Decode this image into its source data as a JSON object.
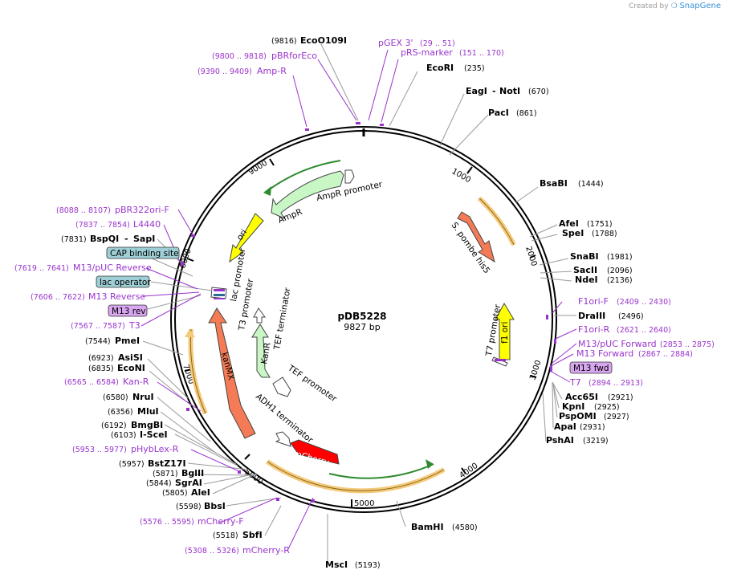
{
  "credit": {
    "prefix": "Created by",
    "brand": "SnapGene"
  },
  "plasmid": {
    "name": "pDB5228",
    "size_label": "9827 bp"
  },
  "ticks": [
    "1000",
    "2000",
    "3000",
    "4000",
    "5000",
    "5000",
    "7000",
    "6000",
    "9000"
  ],
  "enzymes": [
    {
      "name": "EcoO109I",
      "pos": "(9816)"
    },
    {
      "name": "EcoRI",
      "pos": "(235)"
    },
    {
      "name": "EagI",
      "name2": "NotI",
      "pos": "(670)"
    },
    {
      "name": "PacI",
      "pos": "(861)"
    },
    {
      "name": "BsaBI",
      "pos": "(1444)"
    },
    {
      "name": "AfeI",
      "pos": "(1751)"
    },
    {
      "name": "SpeI",
      "pos": "(1788)"
    },
    {
      "name": "SnaBI",
      "pos": "(1981)"
    },
    {
      "name": "SacII",
      "pos": "(2096)"
    },
    {
      "name": "NdeI",
      "pos": "(2136)"
    },
    {
      "name": "DraIII",
      "pos": "(2496)"
    },
    {
      "name": "Acc65I",
      "pos": "(2921)"
    },
    {
      "name": "KpnI",
      "pos": "(2925)"
    },
    {
      "name": "PspOMI",
      "pos": "(2927)"
    },
    {
      "name": "ApaI",
      "pos": "(2931)"
    },
    {
      "name": "PshAI",
      "pos": "(3219)"
    },
    {
      "name": "BamHI",
      "pos": "(4580)"
    },
    {
      "name": "MscI",
      "pos": "(5193)"
    },
    {
      "name": "SbfI",
      "pos": "(5518)"
    },
    {
      "name": "BbsI",
      "pos": "(5598)"
    },
    {
      "name": "AleI",
      "pos": "(5805)"
    },
    {
      "name": "SgrAI",
      "pos": "(5844)"
    },
    {
      "name": "BglII",
      "pos": "(5871)"
    },
    {
      "name": "BstZ17I",
      "pos": "(5957)"
    },
    {
      "name": "I-SceI",
      "pos": "(6103)"
    },
    {
      "name": "BmgBI",
      "pos": "(6192)"
    },
    {
      "name": "MluI",
      "pos": "(6356)"
    },
    {
      "name": "NruI",
      "pos": "(6580)"
    },
    {
      "name": "EcoNI",
      "pos": "(6835)"
    },
    {
      "name": "AsiSI",
      "pos": "(6923)"
    },
    {
      "name": "PmeI",
      "pos": "(7544)"
    },
    {
      "name": "BspQI",
      "name2": "SapI",
      "pos": "(7831)"
    }
  ],
  "primers": [
    {
      "name": "pGEX 3'",
      "pos": "(29 .. 51)"
    },
    {
      "name": "pRS-marker",
      "pos": "(151 .. 170)"
    },
    {
      "name": "pBRforEco",
      "pos": "(9800 .. 9818)"
    },
    {
      "name": "Amp-R",
      "pos": "(9390 .. 9409)"
    },
    {
      "name": "pBR322ori-F",
      "pos": "(8088 .. 8107)"
    },
    {
      "name": "L4440",
      "pos": "(7837 .. 7854)"
    },
    {
      "name": "M13/pUC Reverse",
      "pos": "(7619 .. 7641)"
    },
    {
      "name": "M13 Reverse",
      "pos": "(7606 .. 7622)"
    },
    {
      "name": "T3",
      "pos": "(7567 .. 7587)"
    },
    {
      "name": "Kan-R",
      "pos": "(6565 .. 6584)"
    },
    {
      "name": "pHybLex-R",
      "pos": "(5953 .. 5977)"
    },
    {
      "name": "mCherry-F",
      "pos": "(5576 .. 5595)"
    },
    {
      "name": "mCherry-R",
      "pos": "(5308 .. 5326)"
    },
    {
      "name": "F1ori-F",
      "pos": "(2409 .. 2430)"
    },
    {
      "name": "F1ori-R",
      "pos": "(2621 .. 2640)"
    },
    {
      "name": "M13/pUC Forward",
      "pos": "(2853 .. 2875)"
    },
    {
      "name": "M13 Forward",
      "pos": "(2867 .. 2884)"
    },
    {
      "name": "T7",
      "pos": "(2894 .. 2913)"
    }
  ],
  "boxed_labels": [
    {
      "name": "CAP binding site",
      "color": "#9ecfd6"
    },
    {
      "name": "lac operator",
      "color": "#9ecfd6"
    },
    {
      "name": "M13 rev",
      "color": "#d9a6f0"
    },
    {
      "name": "M13 fwd",
      "color": "#d9a6f0"
    }
  ],
  "features": [
    {
      "name": "AmpR",
      "color": "#c8f7c5"
    },
    {
      "name": "AmpR promoter",
      "color": "#ffffff"
    },
    {
      "name": "ori",
      "color": "#ffff00"
    },
    {
      "name": "S. pombe his5",
      "color": "#f47b55"
    },
    {
      "name": "f1 ori",
      "color": "#ffff00"
    },
    {
      "name": "T7 promoter",
      "color": "#ffffff"
    },
    {
      "name": "lac promoter",
      "color": "#ffffff"
    },
    {
      "name": "T3 promoter",
      "color": "#ffffff"
    },
    {
      "name": "TEF terminator",
      "color": "#ffffff"
    },
    {
      "name": "KanR",
      "color": "#c8f7c5"
    },
    {
      "name": "TEF promoter",
      "color": "#ffffff"
    },
    {
      "name": "kanMX",
      "color": "#f47b55"
    },
    {
      "name": "ADH1 terminator",
      "color": "#ffffff"
    },
    {
      "name": "mCherry",
      "color": "#ff0000"
    }
  ],
  "colors": {
    "primer": "#9933cc",
    "backbone": "#000000",
    "orf_highlight": "#f5c97a",
    "orf_line": "#2d8a2d"
  }
}
